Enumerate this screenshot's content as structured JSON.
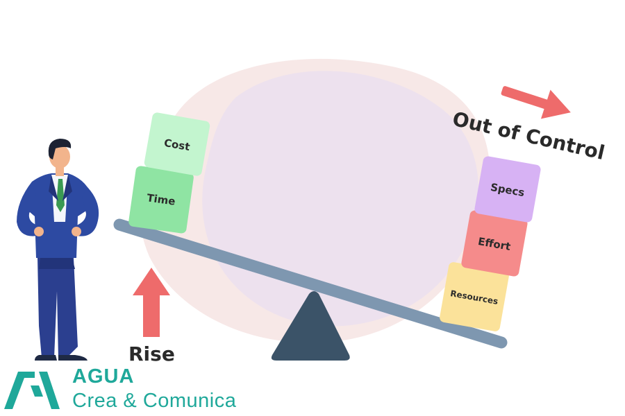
{
  "labels": {
    "cost": "Cost",
    "time": "Time",
    "specs": "Specs",
    "effort": "Effort",
    "resources": "Resources",
    "out_of_control": "Out of Control",
    "rise": "Rise"
  },
  "logo": {
    "name": "AGUA",
    "tagline": "Crea & Comunica"
  },
  "colors": {
    "cost_block": "#c3f5cf",
    "time_block": "#8fe4a3",
    "specs_block": "#d7b2f4",
    "effort_block": "#f58b8b",
    "resources_block": "#fbe29a",
    "arrow": "#ee6b6b",
    "beam": "#7e97b0",
    "fulcrum": "#3b5368",
    "logo": "#1fa89a"
  }
}
